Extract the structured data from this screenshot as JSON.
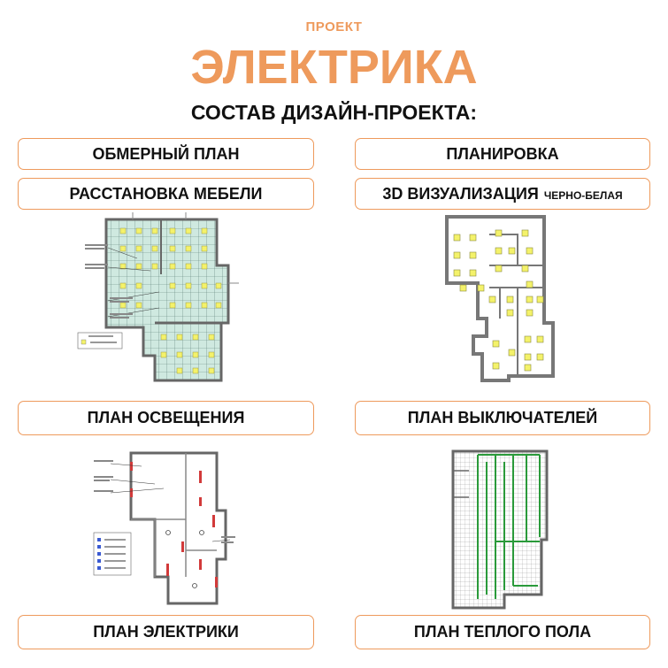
{
  "header": {
    "project_label": "ПРОЕКТ",
    "title": "ЭЛЕКТРИКА",
    "subtitle": "СОСТАВ ДИЗАЙН-ПРОЕКТА:"
  },
  "items": {
    "measure_plan": "ОБМЕРНЫЙ ПЛАН",
    "layout": "ПЛАНИРОВКА",
    "furniture": "РАССТАНОВКА МЕБЕЛИ",
    "viz": "3D ВИЗУАЛИЗАЦИЯ",
    "viz_note": "ЧЕРНО-БЕЛАЯ",
    "lighting": "ПЛАН ОСВЕЩЕНИЯ",
    "switches": "ПЛАН ВЫКЛЮЧАТЕЛЕЙ",
    "electric": "ПЛАН ЭЛЕКТРИКИ",
    "warm_floor": "ПЛАН ТЕПЛОГО ПОЛА"
  },
  "colors": {
    "accent": "#ee9a5c",
    "tile": "#cfe9e0",
    "lamp": "#f4f26a",
    "heating": "#2a9a3a",
    "wiring": "#d23a3a"
  }
}
